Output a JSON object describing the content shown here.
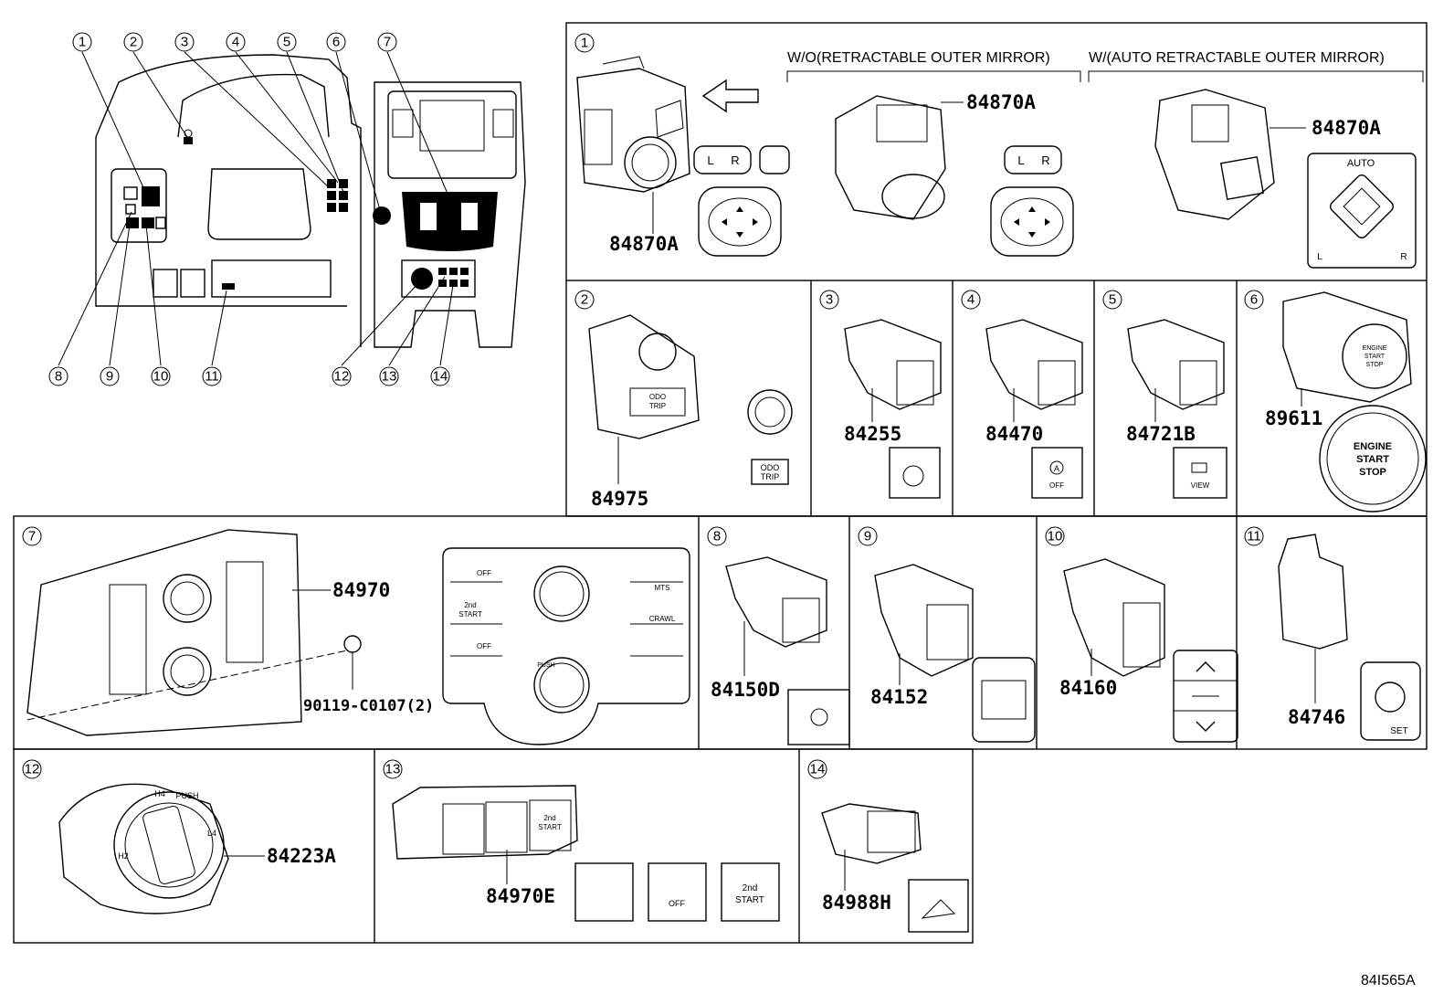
{
  "diagram": {
    "ref_code": "84I565A",
    "header_wo": "W/O(RETRACTABLE OUTER MIRROR)",
    "header_w": "W/(AUTO RETRACTABLE OUTER MIRROR)",
    "overview_callouts": [
      "1",
      "2",
      "3",
      "4",
      "5",
      "6",
      "7",
      "8",
      "9",
      "10",
      "11",
      "12",
      "13",
      "14"
    ],
    "panels": [
      {
        "id": "1",
        "parts": [
          "84870A",
          "84870A",
          "84870A"
        ]
      },
      {
        "id": "2",
        "parts": [
          "84975"
        ]
      },
      {
        "id": "3",
        "parts": [
          "84255"
        ]
      },
      {
        "id": "4",
        "parts": [
          "84470"
        ]
      },
      {
        "id": "5",
        "parts": [
          "84721B"
        ]
      },
      {
        "id": "6",
        "parts": [
          "89611"
        ]
      },
      {
        "id": "7",
        "parts": [
          "84970",
          "90119-C0107(2)"
        ]
      },
      {
        "id": "8",
        "parts": [
          "84150D"
        ]
      },
      {
        "id": "9",
        "parts": [
          "84152"
        ]
      },
      {
        "id": "10",
        "parts": [
          "84160"
        ]
      },
      {
        "id": "11",
        "parts": [
          "84746"
        ]
      },
      {
        "id": "12",
        "parts": [
          "84223A"
        ]
      },
      {
        "id": "13",
        "parts": [
          "84970E"
        ]
      },
      {
        "id": "14",
        "parts": [
          "84988H"
        ]
      }
    ],
    "switch_labels": {
      "L": "L",
      "R": "R",
      "AUTO": "AUTO",
      "odo1": "ODO",
      "odo2": "TRIP",
      "off": "OFF",
      "view": "VIEW",
      "engine1": "ENGINE",
      "engine2": "START",
      "engine3": "STOP",
      "set": "SET",
      "second": "2nd",
      "start": "START",
      "mts": "MTS",
      "crawl": "CRAWL",
      "h4": "H4",
      "h2": "H2",
      "l4": "L4",
      "push": "PUSH",
      "a_letter": "A"
    }
  }
}
